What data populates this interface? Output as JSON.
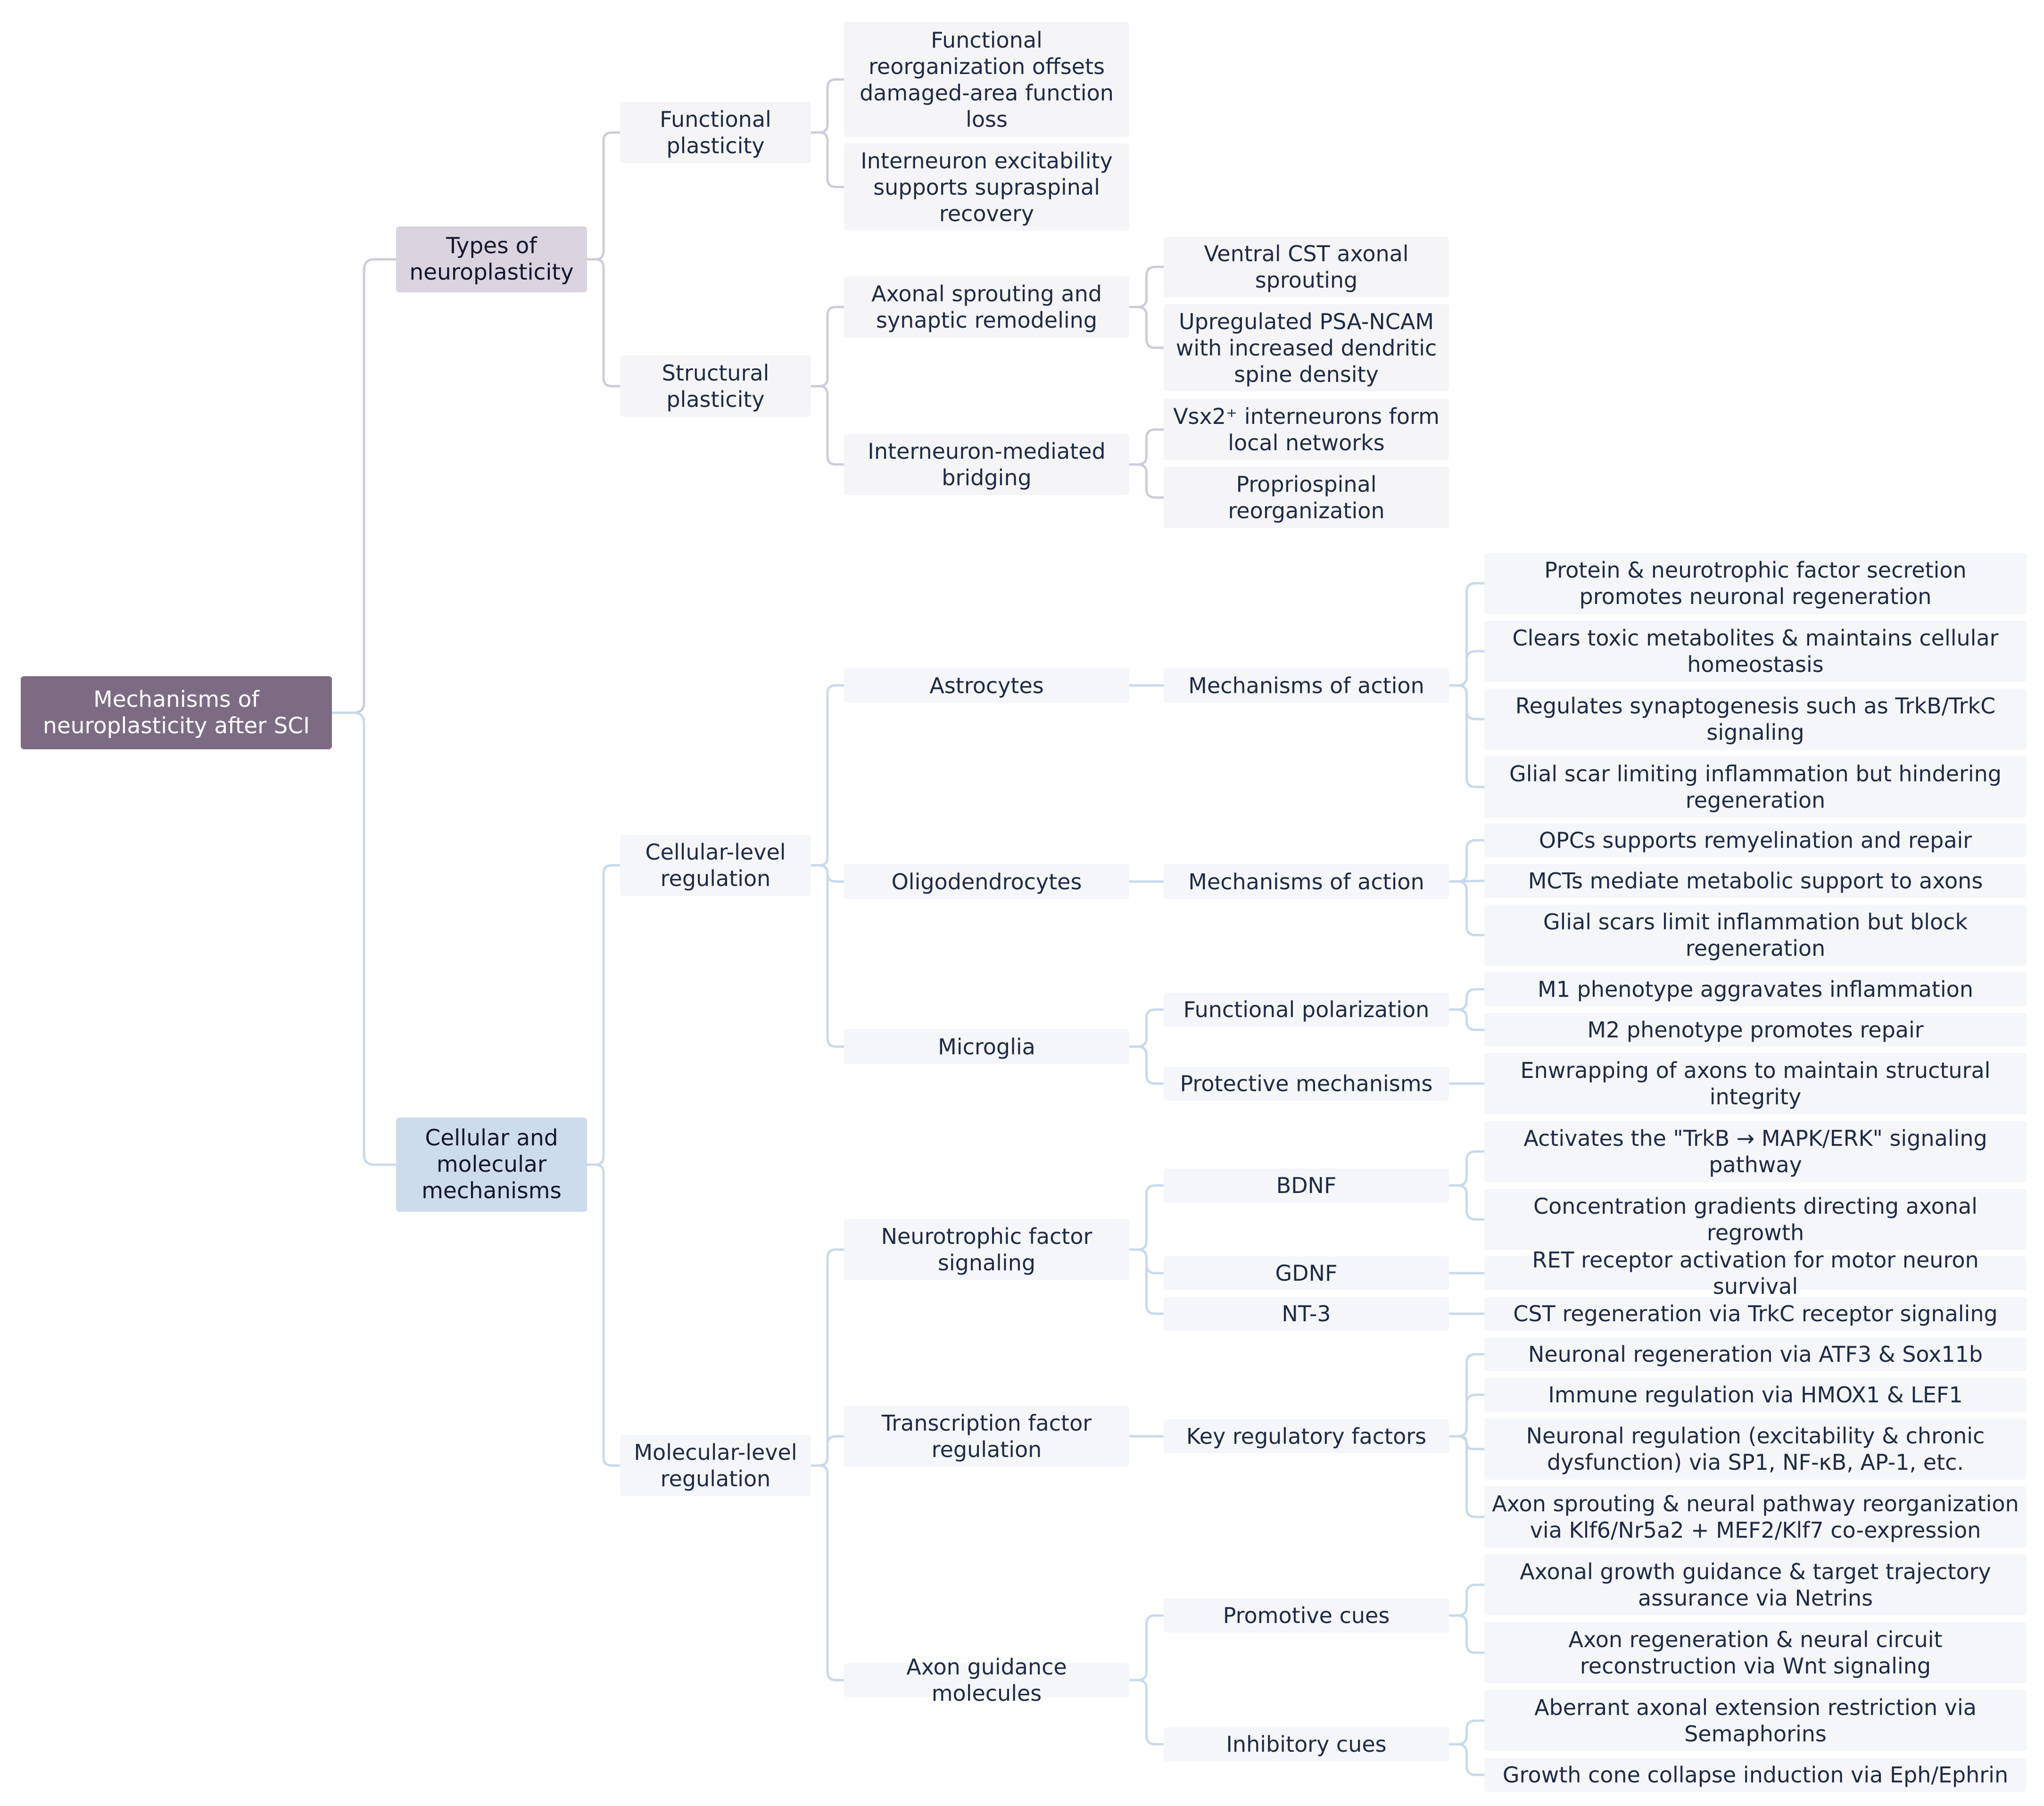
{
  "root": "Mechanisms of\nneuroplasticity after SCI",
  "types": {
    "label": "Types of\nneuroplasticity",
    "functional": {
      "label": "Functional\nplasticity",
      "items": [
        "Functional\nreorganization offsets\ndamaged-area function\nloss",
        "Interneuron excitability\nsupports supraspinal\nrecovery"
      ]
    },
    "structural": {
      "label": "Structural\nplasticity",
      "axonal": {
        "label": "Axonal sprouting and\nsynaptic remodeling",
        "items": [
          "Ventral CST axonal\nsprouting",
          "Upregulated PSA-NCAM\nwith increased dendritic\nspine density"
        ]
      },
      "interneuron": {
        "label": "Interneuron-mediated\nbridging",
        "items": [
          "Vsx2⁺ interneurons form\nlocal networks",
          "Propriospinal\nreorganization"
        ]
      }
    }
  },
  "cellular_molecular": {
    "label": "Cellular and\nmolecular\nmechanisms",
    "cellular": {
      "label": "Cellular-level\nregulation",
      "astrocytes": {
        "label": "Astrocytes",
        "mechanism": "Mechanisms of action",
        "items": [
          "Protein & neurotrophic factor secretion\npromotes neuronal regeneration",
          "Clears toxic metabolites & maintains cellular\nhomeostasis",
          "Regulates synaptogenesis such as TrkB/TrkC\nsignaling",
          "Glial scar limiting inflammation but hindering\nregeneration"
        ]
      },
      "oligodendrocytes": {
        "label": "Oligodendrocytes",
        "mechanism": "Mechanisms of action",
        "items": [
          "OPCs supports remyelination and repair",
          "MCTs mediate metabolic support to axons",
          "Glial scars limit inflammation but block\nregeneration"
        ]
      },
      "microglia": {
        "label": "Microglia",
        "polarization": {
          "label": "Functional polarization",
          "items": [
            "M1 phenotype aggravates inflammation",
            "M2 phenotype promotes repair"
          ]
        },
        "protective": {
          "label": "Protective mechanisms",
          "items": [
            "Enwrapping of axons to maintain structural\nintegrity"
          ]
        }
      }
    },
    "molecular": {
      "label": "Molecular-level\nregulation",
      "neurotrophic": {
        "label": "Neurotrophic factor\nsignaling",
        "bdnf": {
          "label": "BDNF",
          "items": [
            "Activates the \"TrkB → MAPK/ERK\" signaling\npathway",
            "Concentration gradients directing axonal\nregrowth"
          ]
        },
        "gdnf": {
          "label": "GDNF",
          "items": [
            "RET receptor activation for motor neuron survival"
          ]
        },
        "nt3": {
          "label": "NT-3",
          "items": [
            "CST regeneration via TrkC receptor signaling"
          ]
        }
      },
      "transcription": {
        "label": "Transcription factor\nregulation",
        "factors": {
          "label": "Key regulatory factors",
          "items": [
            "Neuronal regeneration via ATF3 & Sox11b",
            "Immune regulation via HMOX1 & LEF1",
            "Neuronal regulation (excitability & chronic\ndysfunction) via SP1, NF-κB, AP-1, etc.",
            "Axon sprouting & neural pathway reorganization\nvia Klf6/Nr5a2 + MEF2/Klf7 co-expression"
          ]
        }
      },
      "guidance": {
        "label": "Axon guidance molecules",
        "promotive": {
          "label": "Promotive cues",
          "items": [
            "Axonal growth guidance & target trajectory\nassurance via Netrins",
            "Axon regeneration & neural circuit\nreconstruction via Wnt signaling"
          ]
        },
        "inhibitory": {
          "label": "Inhibitory cues",
          "items": [
            "Aberrant axonal extension restriction via\nSemaphorins",
            "Growth cone collapse induction via Eph/Ephrin"
          ]
        }
      }
    }
  },
  "colors": {
    "root_bg": "#7d6b84",
    "branch1_bg": "#d9d4df",
    "branch2_bg": "#cddceb",
    "leaf1_bg": "#f5f5f7",
    "leaf2_bg": "#f4f6f9",
    "link1": "#cfcbd9",
    "link2": "#c9d9ea"
  }
}
